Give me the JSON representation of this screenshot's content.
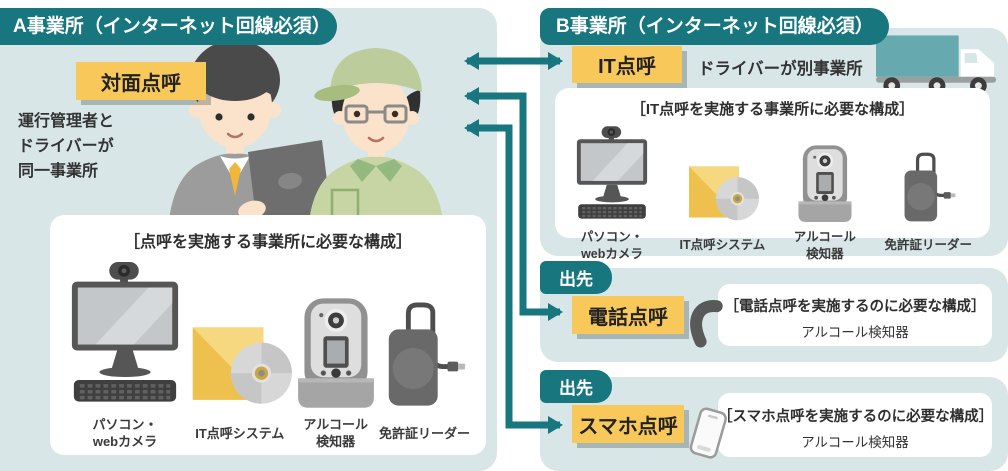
{
  "colors": {
    "accent_teal": "#17767e",
    "panel_bg": "#d8e6e8",
    "badge_yellow": "#f9c85a",
    "truck_teal": "#66a9ae"
  },
  "office_a": {
    "header": "A事業所（インターネット回線必須）",
    "method_badge": "対面点呼",
    "description_lines": [
      "運行管理者と",
      "ドライバーが",
      "同一事業所"
    ],
    "people_icons": [
      "operation-manager-icon",
      "driver-icon"
    ],
    "requirements": {
      "title": "［点呼を実施する事業所に必要な構成］",
      "items": [
        {
          "icon": "pc-webcam-icon",
          "label_lines": [
            "パソコン・",
            "webカメラ"
          ]
        },
        {
          "icon": "it-tenko-system-icon",
          "label_lines": [
            "IT点呼システム"
          ]
        },
        {
          "icon": "alcohol-checker-icon",
          "label_lines": [
            "アルコール",
            "検知器"
          ]
        },
        {
          "icon": "license-reader-icon",
          "label_lines": [
            "免許証リーダー"
          ]
        }
      ]
    }
  },
  "office_b": {
    "header": "B事業所（インターネット回線必須）",
    "method_badge": "IT点呼",
    "note": "ドライバーが別事業所",
    "truck_icon": "truck-icon",
    "requirements": {
      "title": "［IT点呼を実施する事業所に必要な構成］",
      "items": [
        {
          "icon": "pc-webcam-icon",
          "label_lines": [
            "パソコン・",
            "webカメラ"
          ]
        },
        {
          "icon": "it-tenko-system-icon",
          "label_lines": [
            "IT点呼システム"
          ]
        },
        {
          "icon": "alcohol-checker-icon",
          "label_lines": [
            "アルコール",
            "検知器"
          ]
        },
        {
          "icon": "license-reader-icon",
          "label_lines": [
            "免許証リーダー"
          ]
        }
      ]
    }
  },
  "remote_phone": {
    "tag": "出先",
    "method_badge": "電話点呼",
    "icon": "phone-handset-icon",
    "box_title": "［電話点呼を実施するのに必要な構成］",
    "box_item": "アルコール検知器"
  },
  "remote_smartphone": {
    "tag": "出先",
    "method_badge": "スマホ点呼",
    "icon": "smartphone-icon",
    "box_title": "［スマホ点呼を実施するのに必要な構成］",
    "box_item": "アルコール検知器"
  }
}
